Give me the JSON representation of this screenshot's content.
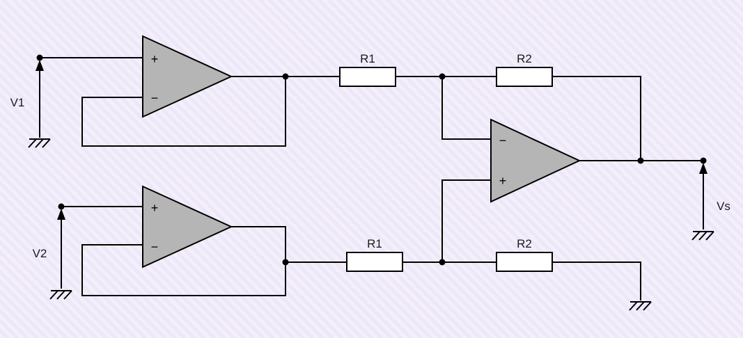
{
  "page": {
    "background_color": "#f3effb",
    "stripe_color": "#ede7f8"
  },
  "schematic": {
    "kind": "circuit-schematic",
    "wire_color": "#000000",
    "opamp_fill": "#b5b5b5",
    "resistor_fill": "#ffffff",
    "sources": {
      "v1": "V1",
      "v2": "V2"
    },
    "output": {
      "vs": "Vs"
    },
    "resistors": {
      "r1_top": "R1",
      "r2_top": "R2",
      "r1_bottom": "R1",
      "r2_bottom": "R2"
    },
    "opamps": [
      {
        "name": "buffer-amp-1",
        "top_sign": "+",
        "bottom_sign": "−"
      },
      {
        "name": "buffer-amp-2",
        "top_sign": "+",
        "bottom_sign": "−"
      },
      {
        "name": "difference-amp",
        "top_sign": "−",
        "bottom_sign": "+"
      }
    ]
  }
}
